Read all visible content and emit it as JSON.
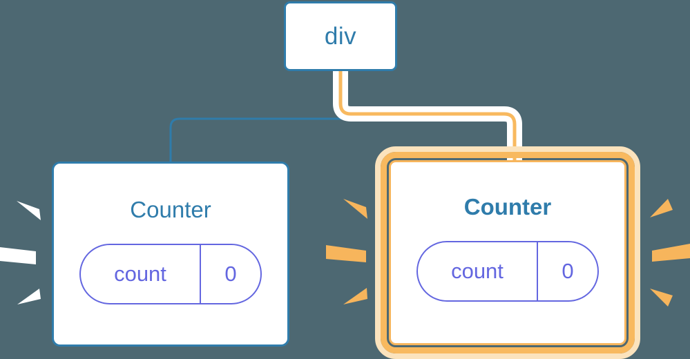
{
  "diagram": {
    "type": "component-tree",
    "background_color": "#4d6872",
    "root": {
      "label": "div",
      "border_color": "#2f7cab",
      "text_color": "#2f7cab"
    },
    "children": [
      {
        "id": "counter-left",
        "title": "Counter",
        "highlighted": false,
        "state": {
          "key": "count",
          "value": "0"
        },
        "border_color": "#2f7cab",
        "title_color": "#2f7cab",
        "state_color": "#6366e0",
        "edge_color": "#2f7cab",
        "sparkle_color": "#ffffff",
        "sparkle_sides": [
          "left"
        ]
      },
      {
        "id": "counter-right",
        "title": "Counter",
        "highlighted": true,
        "state": {
          "key": "count",
          "value": "0"
        },
        "border_color": "#f8b95f",
        "glow_color": "#fbe3bd",
        "title_color": "#2f7cab",
        "state_color": "#6366e0",
        "edge_color": "#f8b95f",
        "sparkle_color": "#f8b95f",
        "sparkle_sides": [
          "left",
          "right"
        ]
      }
    ],
    "edges": [
      {
        "from": "div",
        "to": "counter-left",
        "color": "#2f7cab",
        "style": "elbow"
      },
      {
        "from": "div",
        "to": "counter-right",
        "color": "#f8b95f",
        "style": "elbow-highlighted"
      }
    ]
  }
}
